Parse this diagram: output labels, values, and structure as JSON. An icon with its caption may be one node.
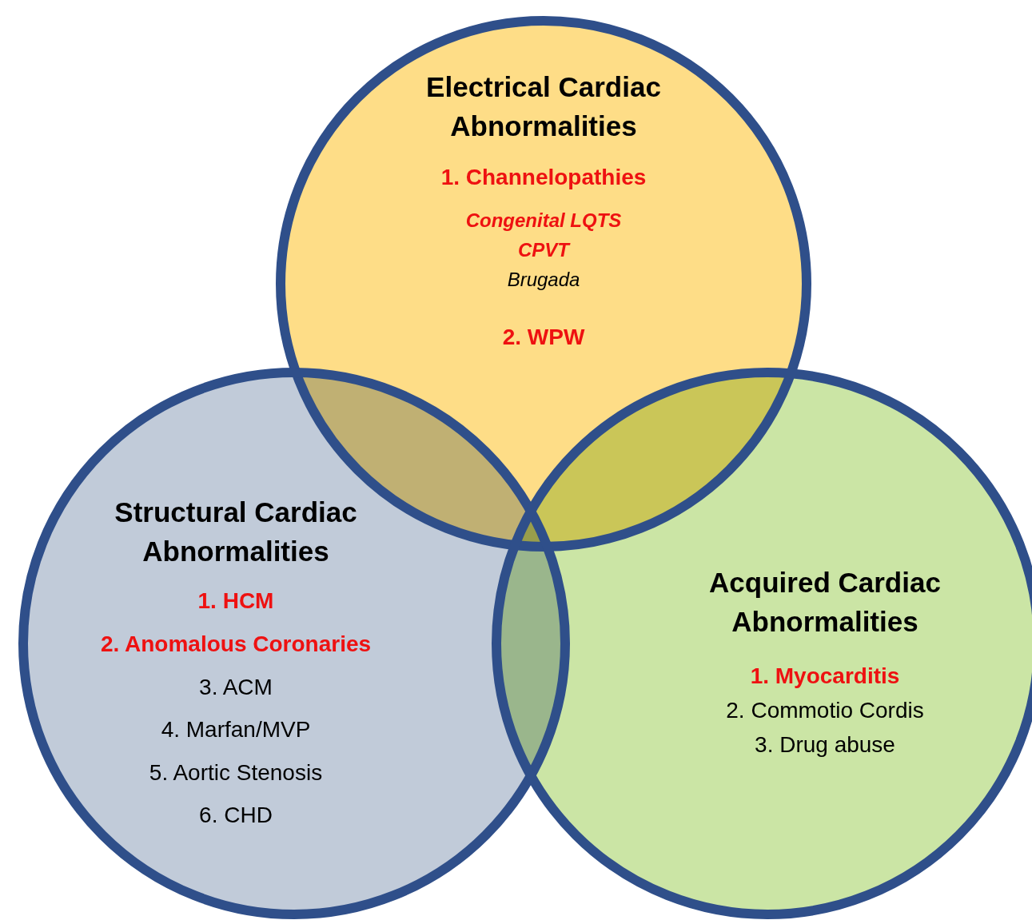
{
  "diagram": {
    "nodes": [
      {
        "text": [
          "Electrical Cardiac Abnormalities",
          "1. Channelopathies",
          "Congenital LQTS",
          "CPVT",
          "Brugada",
          "2. WPW"
        ]
      },
      {
        "text": [
          "Structural Cardiac Abnormalities",
          "1. HCM",
          "2. Anomalous Coronaries",
          "3. ACM",
          "4. Marfan/MVP",
          "5. Aortic Stenosis",
          "6. CHD"
        ]
      },
      {
        "text": [
          "Acquired Cardiac Abnormalities",
          "1. Myocarditis",
          "2. Commotio Cordis",
          "3. Drug abuse"
        ]
      }
    ]
  }
}
